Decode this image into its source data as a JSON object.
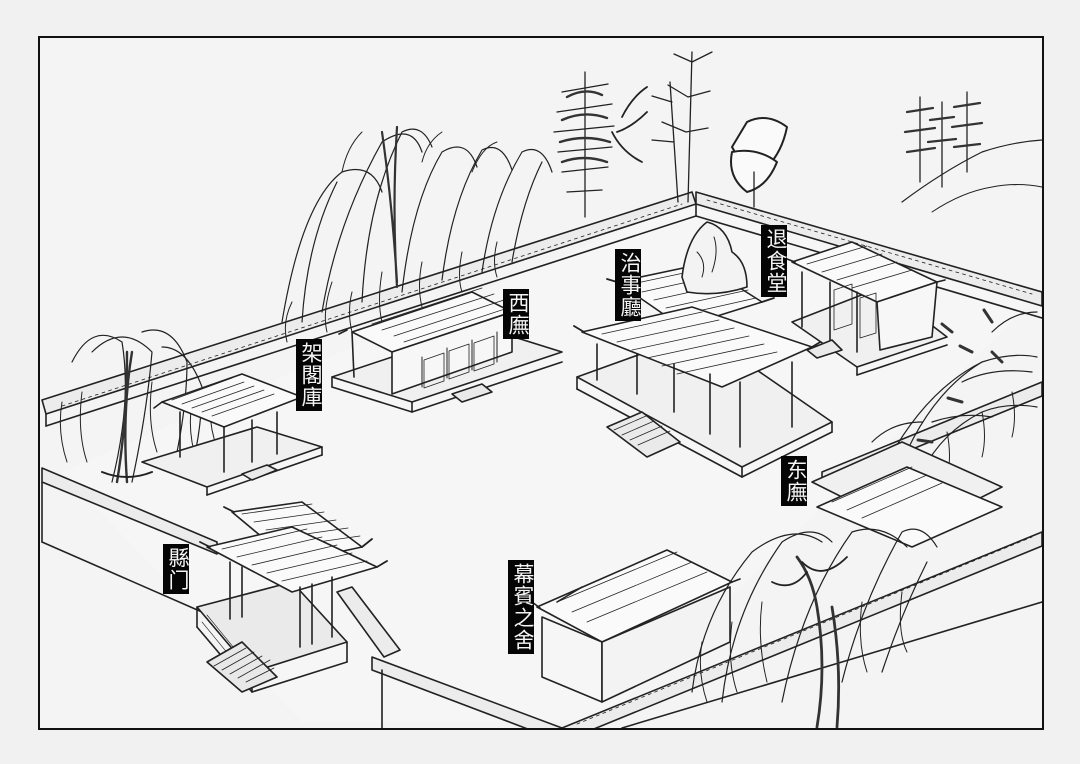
{
  "labels": {
    "jiagekuku": "架閣庫",
    "xiwu": "西廡",
    "zhishiting": "治事廳",
    "tuishitang": "退食堂",
    "dongwu": "东廡",
    "xianmen": "縣门",
    "mubaozhishe": "幕賓之舍"
  },
  "colors": {
    "paper": "#f4f4f4",
    "ink": "#111111",
    "label_bg": "#050505",
    "label_text": "#f5f5f5"
  }
}
